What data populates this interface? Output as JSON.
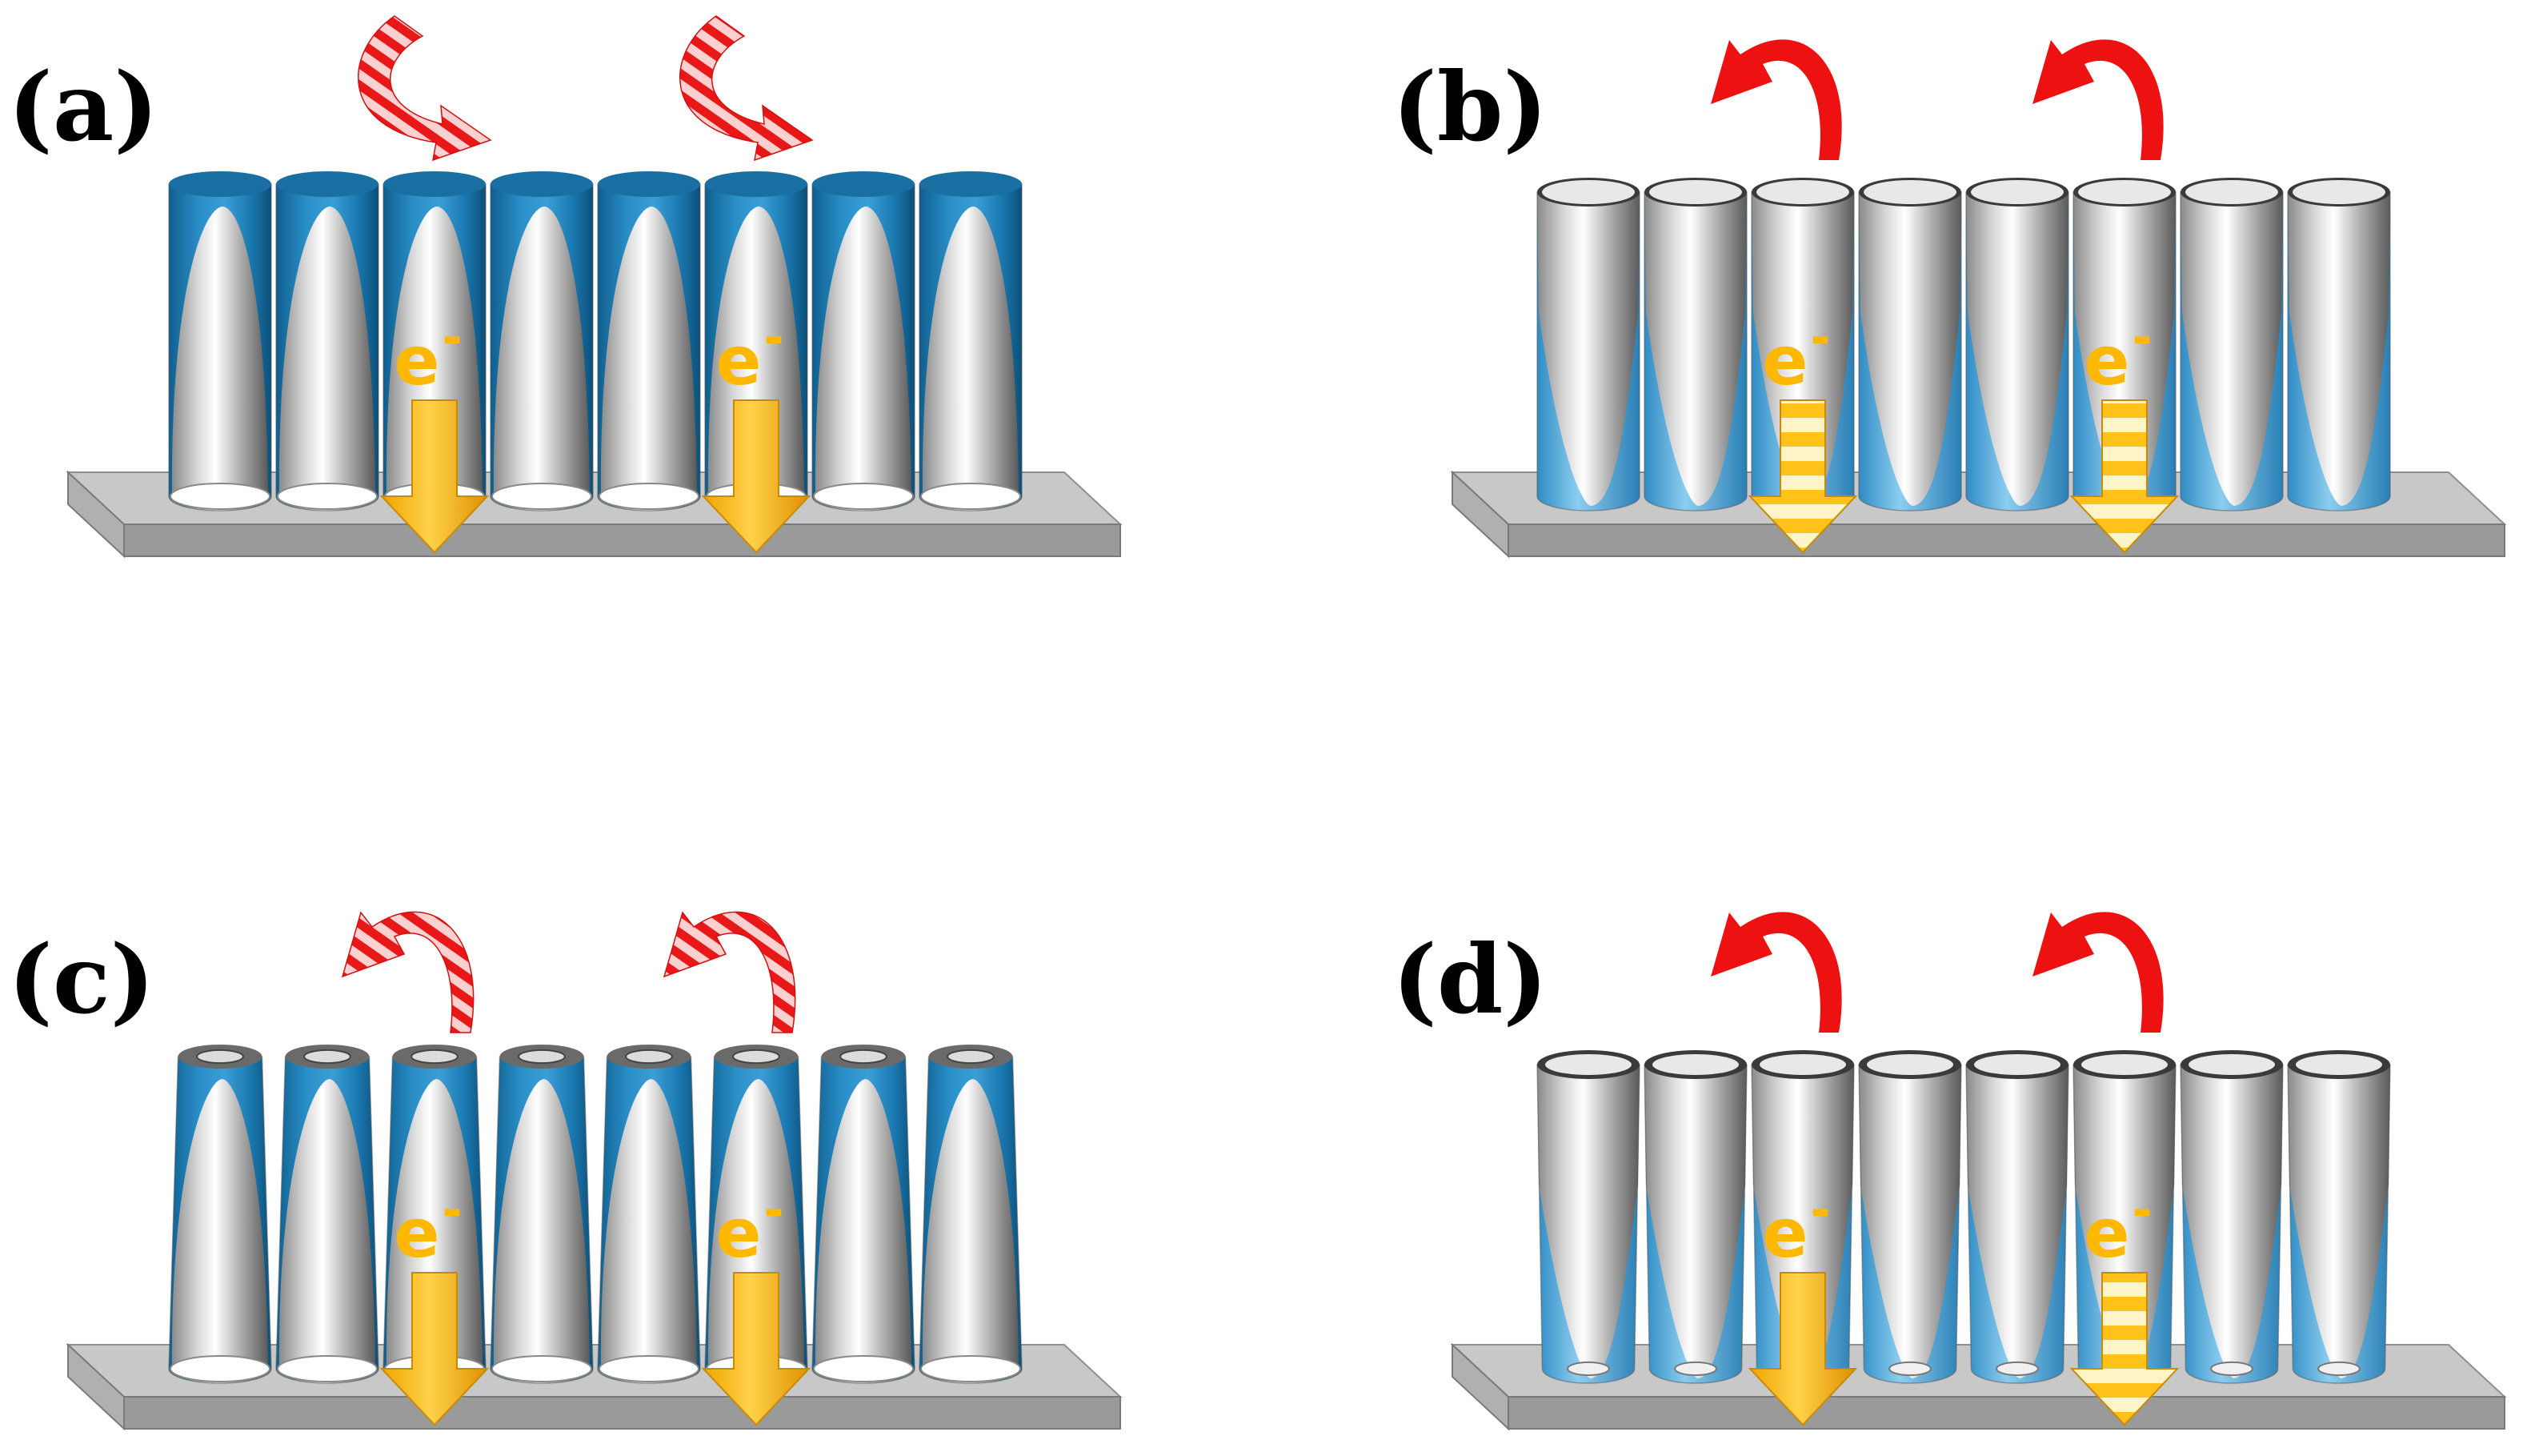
{
  "panels": [
    {
      "id": "a",
      "label": "(a)",
      "tube_style": "blue-top",
      "tube_wall": "thin",
      "tube_taper": "none",
      "curl_arrow_style": "striped",
      "curl_direction": "right",
      "electron_arrow_styles": [
        "solid",
        "solid"
      ]
    },
    {
      "id": "b",
      "label": "(b)",
      "tube_style": "blue-bottom",
      "tube_wall": "thin",
      "tube_taper": "none",
      "curl_arrow_style": "solid",
      "curl_direction": "left",
      "electron_arrow_styles": [
        "striped",
        "striped"
      ]
    },
    {
      "id": "c",
      "label": "(c)",
      "tube_style": "blue-top",
      "tube_wall": "thick",
      "tube_taper": "narrow-top",
      "curl_arrow_style": "striped",
      "curl_direction": "left",
      "electron_arrow_styles": [
        "solid",
        "solid"
      ]
    },
    {
      "id": "d",
      "label": "(d)",
      "tube_style": "blue-bottom",
      "tube_wall": "thick",
      "tube_taper": "narrow-bottom",
      "curl_arrow_style": "solid",
      "curl_direction": "left",
      "electron_arrow_styles": [
        "solid",
        "striped"
      ]
    }
  ],
  "electron_symbol": "e",
  "electron_charge": "-",
  "colors": {
    "substrate_top": "#c8c8c8",
    "substrate_side": "#9a9a9a",
    "tube_blue": "#1f7fb5",
    "tube_blue_light": "#5fb6e6",
    "tube_gray": "#a9a9a9",
    "electron_arrow": "#ffb800",
    "electron_text": "#ffb800",
    "curl_arrow": "#ee1111"
  }
}
